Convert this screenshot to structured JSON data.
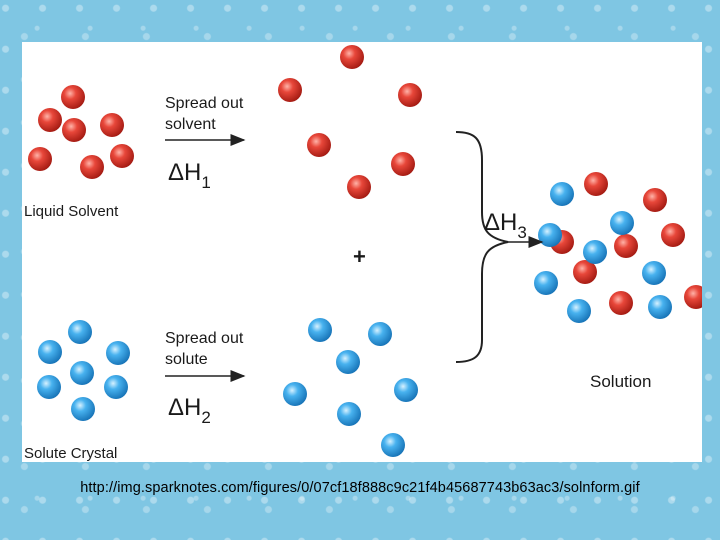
{
  "diagram": {
    "solvent_label": "Liquid Solvent",
    "solute_label": "Solute Crystal",
    "solution_label": "Solution",
    "step1_line1": "Spread out",
    "step1_line2": "solvent",
    "step1_delta": "ΔH",
    "step1_sub": "1",
    "step2_line1": "Spread out",
    "step2_line2": "solute",
    "step2_delta": "ΔH",
    "step2_sub": "2",
    "step3_delta": "ΔH",
    "step3_sub": "3",
    "plus": "+"
  },
  "caption": "http://img.sparknotes.com/figures/0/07cf18f888c9c21f4b45687743b63ac3/solnform.gif",
  "colors": {
    "solvent_particle": "#d42a22",
    "solute_particle": "#2a9be0",
    "background": "#7fc6e3"
  }
}
